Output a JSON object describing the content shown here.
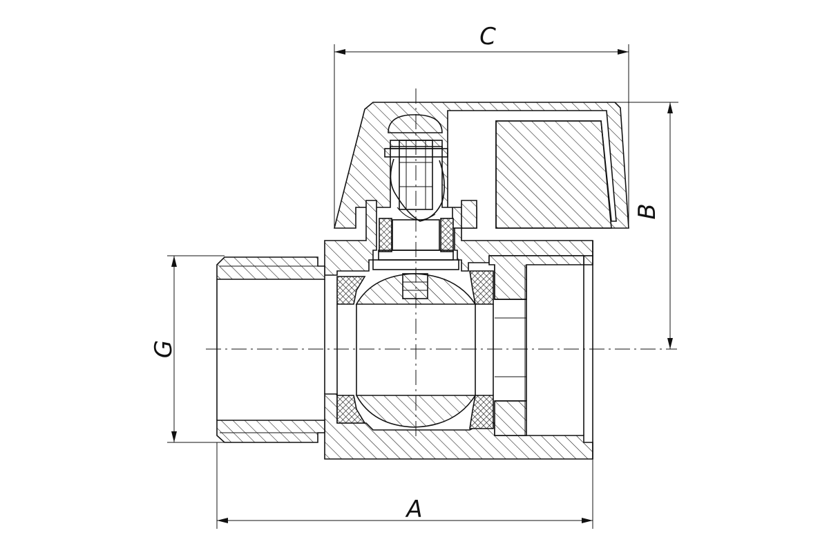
{
  "drawing": {
    "kind": "ball valve cross-section",
    "labels": {
      "a": "A",
      "b": "B",
      "c": "C",
      "g": "G"
    },
    "colors": {
      "line": "#111111",
      "background": "#ffffff"
    }
  }
}
